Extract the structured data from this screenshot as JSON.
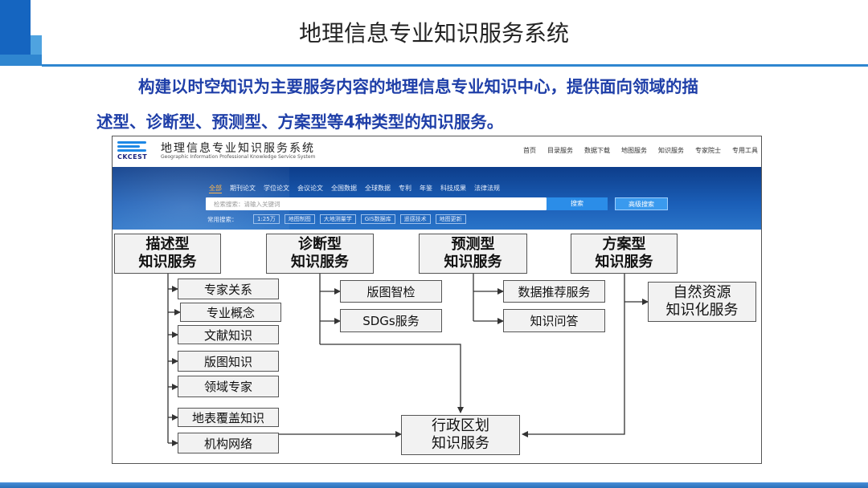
{
  "slide_title": "地理信息专业知识服务系统",
  "intro_text": {
    "line1": "构建以时空知识为主要服务内容的地理信息专业知识中心，提供面向领域的描",
    "line2": "述型、诊断型、预测型、方案型等4种类型的知识服务。"
  },
  "website": {
    "logo_abbr": "CKCEST",
    "name": "地理信息专业知识服务系统",
    "subtitle": "Geographic Information Professional Knowledge Service System",
    "nav": [
      "首页",
      "目录服务",
      "数据下载",
      "地图服务",
      "知识服务",
      "专家院士",
      "专用工具"
    ],
    "categories": [
      "全部",
      "期刊论文",
      "学位论文",
      "会议论文",
      "全国数据",
      "全球数据",
      "专利",
      "年鉴",
      "科技成果",
      "法律法规"
    ],
    "search_placeholder": "检索搜索：请输入关键词",
    "search_button": "搜索",
    "advanced_button": "高级搜索",
    "common_label": "常用搜索：",
    "common_tags": [
      "1:25万",
      "地图制图",
      "大地测量学",
      "GIS数据库",
      "遥感技术",
      "地图更新"
    ]
  },
  "diagram": {
    "categories": [
      {
        "id": "describe",
        "label": "描述型\n知识服务"
      },
      {
        "id": "diagnose",
        "label": "诊断型\n知识服务"
      },
      {
        "id": "predict",
        "label": "预测型\n知识服务"
      },
      {
        "id": "plan",
        "label": "方案型\n知识服务"
      }
    ],
    "describe_items": [
      "专家关系",
      "专业概念",
      "文献知识",
      "版图知识",
      "领域专家",
      "地表覆盖知识",
      "机构网络"
    ],
    "diagnose_items": [
      "版图智检",
      "SDGs服务"
    ],
    "predict_items": [
      "数据推荐服务",
      "知识问答"
    ],
    "natural_resources": "自然资源\n知识化服务",
    "admin_division": "行政区划\n知识服务"
  }
}
